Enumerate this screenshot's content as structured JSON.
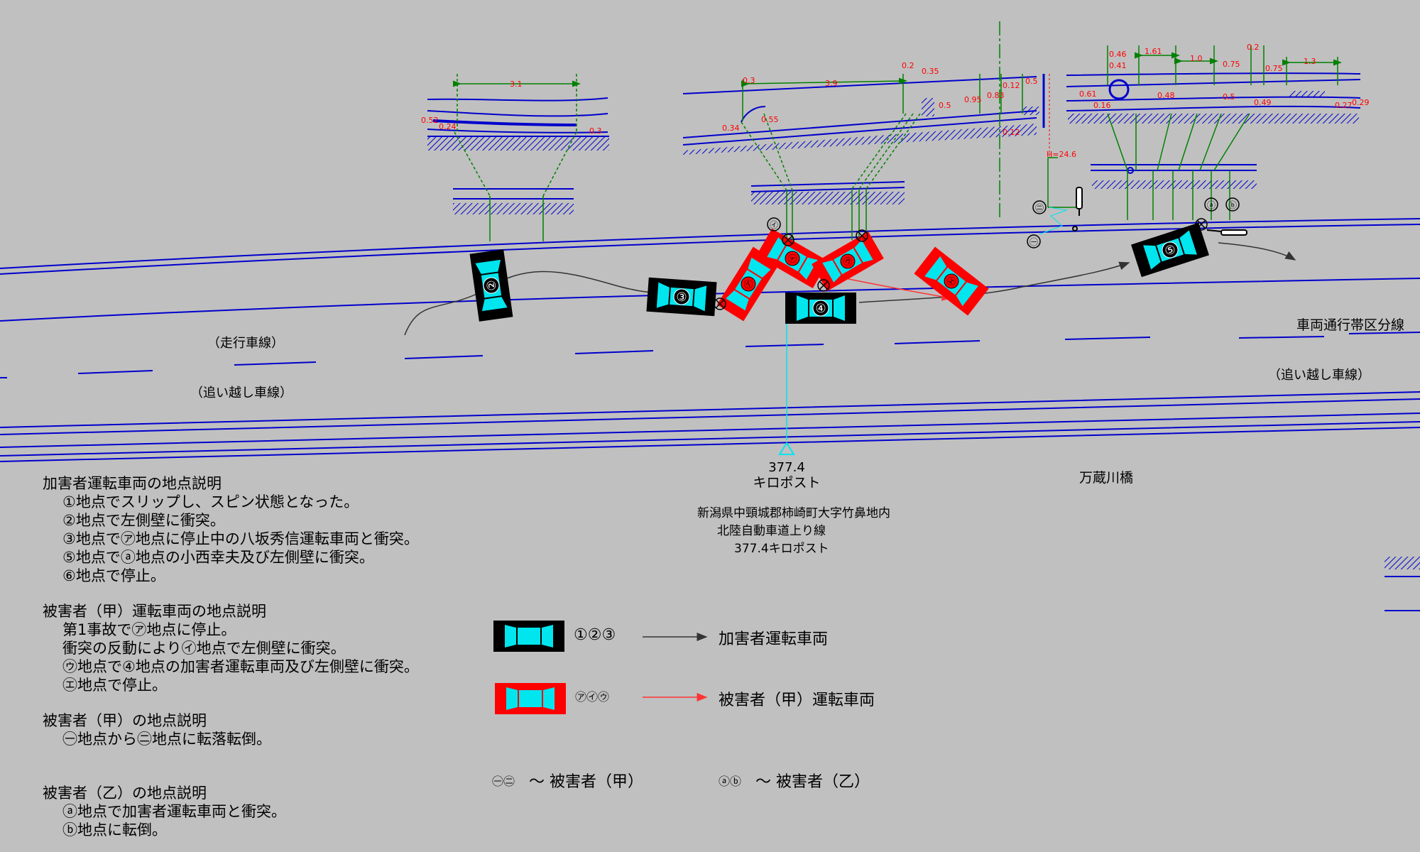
{
  "road": {
    "lane_travel": "（走行車線）",
    "lane_passing_left": "（追い越し車線）",
    "lane_passing_right": "（追い越し車線）",
    "zone_divider": "車両通行帯区分線",
    "kilopost_value": "377.4",
    "kilopost_label": "キロポスト",
    "bridge": "万蔵川橋",
    "location_lines": [
      "新潟県中頸城郡柿崎町大字竹鼻地内",
      "北陸自動車道上り線",
      "377.4キロポスト"
    ],
    "height_label": "H=24.6"
  },
  "vehicles": [
    {
      "id": "②",
      "type": "offender"
    },
    {
      "id": "③",
      "type": "offender"
    },
    {
      "id": "④",
      "type": "offender"
    },
    {
      "id": "⑤",
      "type": "offender"
    },
    {
      "id": "㋐",
      "type": "victim"
    },
    {
      "id": "㋑",
      "type": "victim"
    },
    {
      "id": "㋒",
      "type": "victim"
    },
    {
      "id": "㋓",
      "type": "victim"
    }
  ],
  "markers": {
    "a": "㋐",
    "i": "㋑",
    "ta": "㊀",
    "tb": "㊁",
    "ca": "ⓐ",
    "cb": "ⓑ"
  },
  "dimensions": {
    "d1": [
      "3.1",
      "0.52",
      "0.24",
      "0.3"
    ],
    "d2": [
      "0.3",
      "3.9",
      "0.34",
      "0.55",
      "0.2",
      "0.35",
      "0.5",
      "0.95",
      "0.83",
      "0.12",
      "0.5",
      "0.12"
    ],
    "d3": [
      "0.46",
      "0.41",
      "1.61",
      "1.0",
      "0.75",
      "0.2",
      "0.75",
      "1.3",
      "0.61",
      "0.16",
      "0.48",
      "0.5",
      "0.49",
      "0.27",
      "0.29"
    ]
  },
  "notes": [
    {
      "heading": "加害者運転車両の地点説明",
      "items": [
        "①地点でスリップし、スピン状態となった。",
        "②地点で左側壁に衝突。",
        "③地点で㋐地点に停止中の八坂秀信運転車両と衝突。",
        "⑤地点でⓐ地点の小西幸夫及び左側壁に衝突。",
        "⑥地点で停止。"
      ]
    },
    {
      "heading": "被害者（甲）運転車両の地点説明",
      "items": [
        "第1事故で㋐地点に停止。",
        "衝突の反動により㋑地点で左側壁に衝突。",
        "㋒地点で④地点の加害者運転車両及び左側壁に衝突。",
        "㋓地点で停止。"
      ]
    },
    {
      "heading": "被害者（甲）の地点説明",
      "items": [
        "㊀地点から㊁地点に転落転倒。"
      ]
    },
    {
      "heading": "被害者（乙）の地点説明",
      "items": [
        "ⓐ地点で加害者運転車両と衝突。",
        "ⓑ地点に転倒。"
      ]
    }
  ],
  "legend": {
    "offender_ids": "①②③",
    "offender_label": "加害者運転車両",
    "victim_ids": "㋐㋑㋒",
    "victim_label": "被害者（甲）運転車両",
    "person_a_ids": "㊀㊁",
    "person_a_label": "〜 被害者（甲）",
    "person_b_ids": "ⓐⓑ",
    "person_b_label": "〜 被害者（乙）"
  },
  "colors": {
    "offender_body": "#000000",
    "offender_glass": "#00e5ee",
    "victim_body": "#ff0000",
    "victim_glass": "#00e5ee",
    "road_line": "#0000cc",
    "guide_line": "#008000",
    "dim_text": "#ff0000",
    "offender_path": "#333333",
    "victim_path": "#ff3333"
  }
}
